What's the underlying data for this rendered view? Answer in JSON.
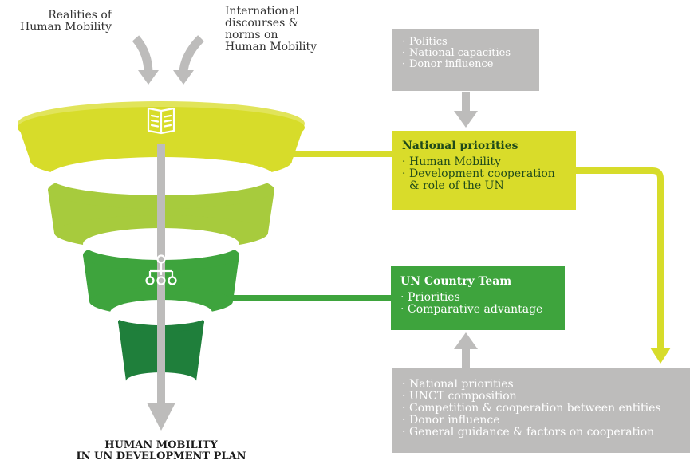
{
  "inputs": {
    "realities": [
      "Realities of",
      "Human Mobility"
    ],
    "international": [
      "International",
      "discourses &",
      "norms on",
      "Human Mobility"
    ]
  },
  "context_box": {
    "items": [
      "Politics",
      "National capacities",
      "Donor influence"
    ]
  },
  "national_priorities": {
    "title": "National priorities",
    "items": [
      "Human Mobility",
      "Development cooperation",
      "& role of the UN"
    ]
  },
  "un_country_team": {
    "title": "UN Country Team",
    "items": [
      "Priorities",
      "Comparative advantage"
    ]
  },
  "factors_box": {
    "items": [
      "National priorities",
      "UNCT composition",
      "Competition & cooperation between entities",
      "Donor influence",
      "General guidance & factors on cooperation"
    ]
  },
  "output": {
    "lines": [
      "HUMAN MOBILITY",
      "IN UN DEVELOPMENT PLAN"
    ]
  },
  "colors": {
    "funnel_top": "#d7dc2a",
    "funnel_second": "#a7cb3d",
    "funnel_third": "#3ea43d",
    "funnel_bottom": "#1f7f3b",
    "gray": "#bdbcbb",
    "yellow_box": "#d9dc2a",
    "green_box": "#3ea43d"
  },
  "icons": [
    "book-icon",
    "network-hierarchy-icon"
  ]
}
